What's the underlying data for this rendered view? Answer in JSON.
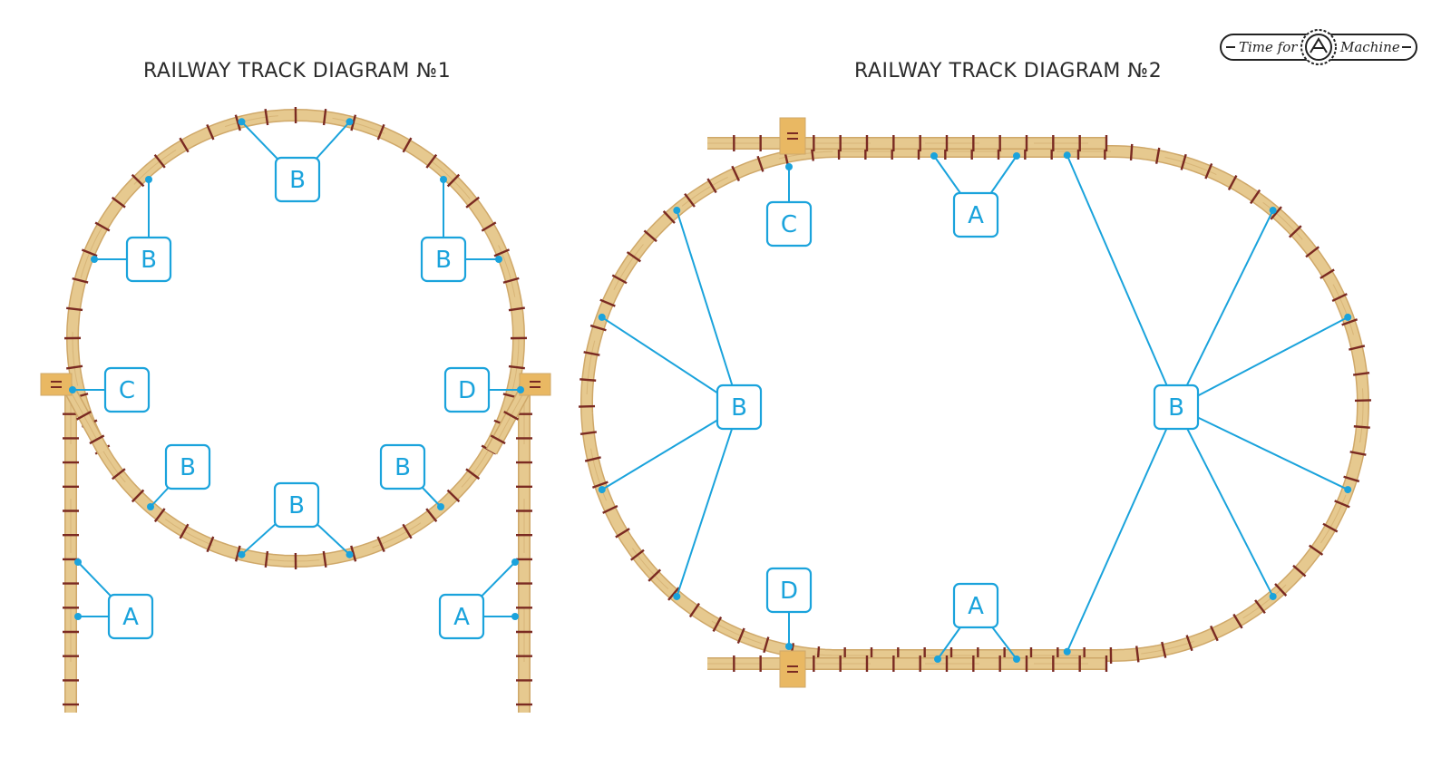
{
  "diagram1": {
    "title": "RAILWAY TRACK DIAGRAM №1",
    "labels": [
      "B",
      "B",
      "B",
      "C",
      "D",
      "B",
      "B",
      "B",
      "A",
      "A"
    ]
  },
  "diagram2": {
    "title": "RAILWAY TRACK DIAGRAM №2",
    "labels": [
      "A",
      "C",
      "B",
      "B",
      "D",
      "A"
    ]
  },
  "logo": {
    "text_left": "Time for",
    "text_right": "Machine"
  },
  "colors": {
    "track_wood": "#e6c98f",
    "track_edge": "#cfa869",
    "sleeper": "#7a2a22",
    "accent_blue": "#1aa3dc",
    "switch_block": "#e9b863"
  }
}
